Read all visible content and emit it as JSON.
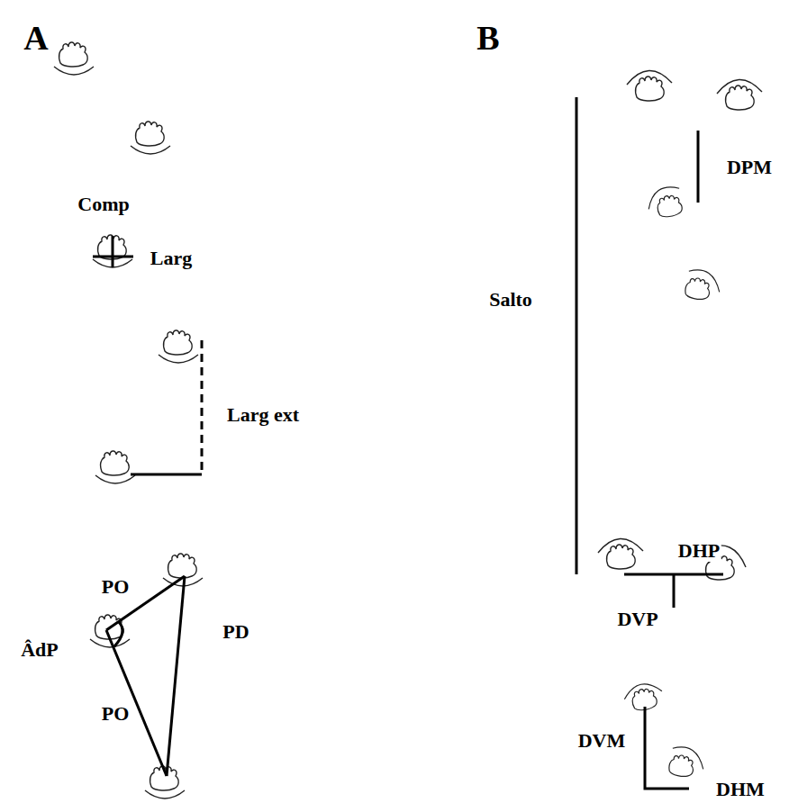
{
  "diagram": {
    "labels": [
      "A",
      "Comp",
      "Larg",
      "Larg ext",
      "PO",
      "ÂdP",
      "PD",
      "PO",
      "B",
      "Salto",
      "DPM",
      "DHP",
      "DVP",
      "DVM",
      "DHM"
    ]
  }
}
